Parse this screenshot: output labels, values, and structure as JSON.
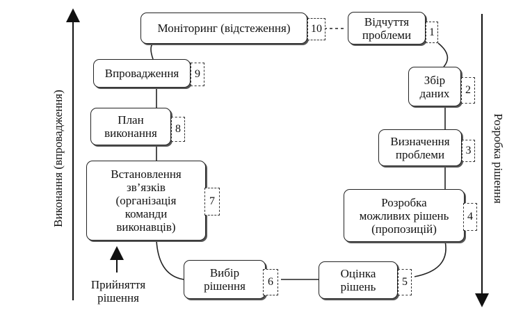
{
  "axes": {
    "left_label": "Виконання (впровадження)",
    "right_label": "Розробка рішення",
    "bottom_label": "Прийняття\nрішення"
  },
  "steps": [
    {
      "num": "1",
      "label": "Відчуття\nпроблеми"
    },
    {
      "num": "2",
      "label": "Збір\nданих"
    },
    {
      "num": "3",
      "label": "Визначення\nпроблеми"
    },
    {
      "num": "4",
      "label": "Розробка\nможливих рішень\n(пропозицій)"
    },
    {
      "num": "5",
      "label": "Оцінка\nрішень"
    },
    {
      "num": "6",
      "label": "Вибір\nрішення"
    },
    {
      "num": "7",
      "label": "Встановлення\nзв’язків\n(організація\nкоманди\nвиконавців)"
    },
    {
      "num": "8",
      "label": "План\nвиконання"
    },
    {
      "num": "9",
      "label": "Впровадження"
    },
    {
      "num": "10",
      "label": "Моніторинг (відстеження)"
    }
  ]
}
